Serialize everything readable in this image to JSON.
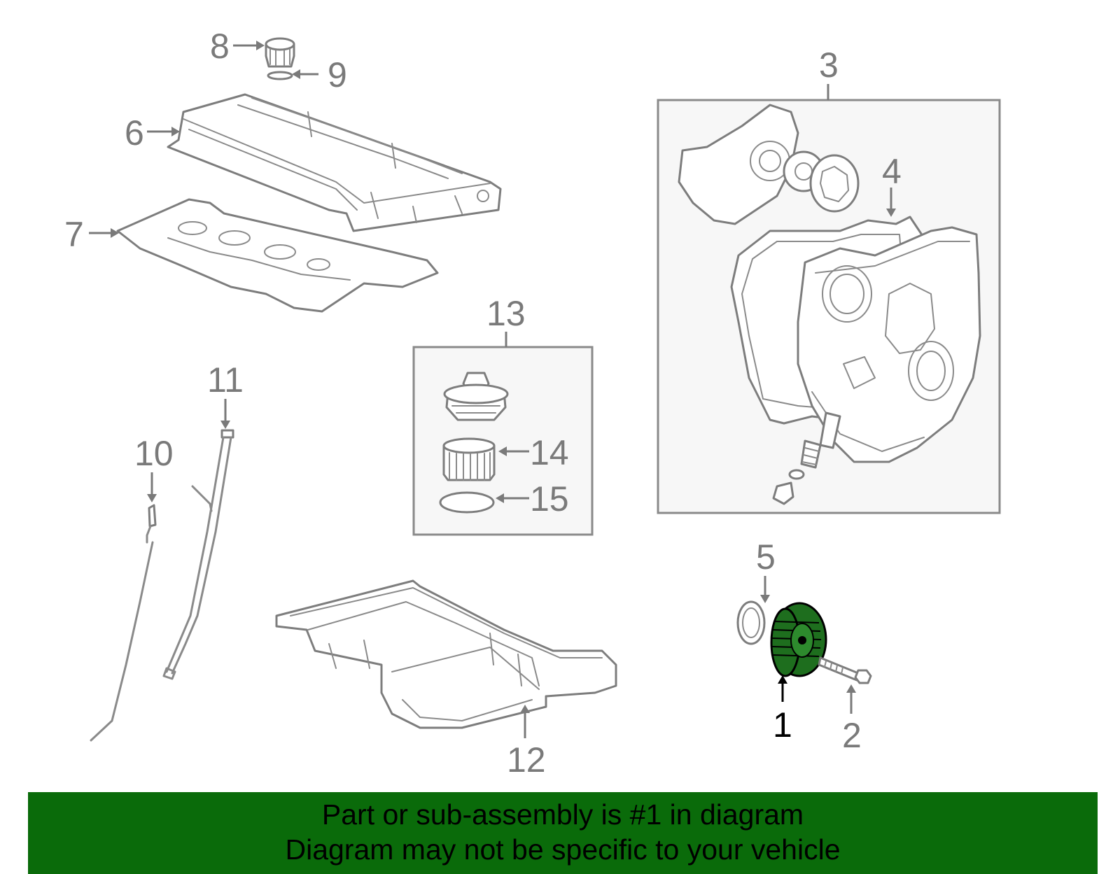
{
  "callouts": {
    "c1": "1",
    "c2": "2",
    "c3": "3",
    "c4": "4",
    "c5": "5",
    "c6": "6",
    "c7": "7",
    "c8": "8",
    "c9": "9",
    "c10": "10",
    "c11": "11",
    "c12": "12",
    "c13": "13",
    "c14": "14",
    "c15": "15"
  },
  "banner": {
    "line1": "Part or sub-assembly is #1 in diagram",
    "line2": "Diagram may not be specific to your vehicle"
  },
  "colors": {
    "banner_bg": "#0a6b0a",
    "highlight_part": "#1e6e1e",
    "line_gray": "#8a8a8a",
    "box_bg": "#f7f7f7"
  },
  "highlighted_part": "1"
}
